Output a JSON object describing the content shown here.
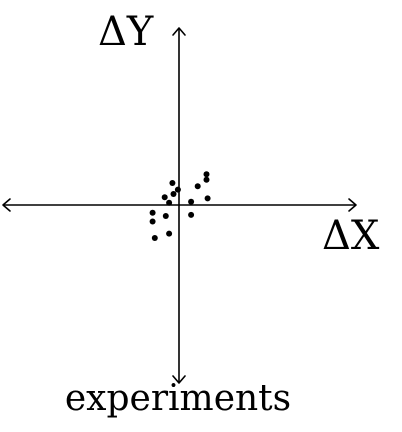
{
  "chart_data": {
    "type": "scatter",
    "xlabel": "ΔX",
    "ylabel": "ΔY",
    "caption": "experiments",
    "title": "",
    "grid": false,
    "ticks": false,
    "xlim": [
      -10,
      10
    ],
    "ylim": [
      -10,
      10
    ],
    "series": [
      {
        "points": [
          {
            "x": -0.6,
            "y": 2.0
          },
          {
            "x": -0.1,
            "y": 1.4
          },
          {
            "x": -0.5,
            "y": 1.0
          },
          {
            "x": -1.3,
            "y": 0.7
          },
          {
            "x": -0.9,
            "y": 0.2
          },
          {
            "x": 1.1,
            "y": 0.3
          },
          {
            "x": 2.6,
            "y": 0.6
          },
          {
            "x": 1.7,
            "y": 1.7
          },
          {
            "x": 2.5,
            "y": 2.3
          },
          {
            "x": 2.5,
            "y": 2.8
          },
          {
            "x": -2.4,
            "y": -0.7
          },
          {
            "x": -2.4,
            "y": -1.5
          },
          {
            "x": -1.2,
            "y": -1.0
          },
          {
            "x": 1.1,
            "y": -0.9
          },
          {
            "x": -0.9,
            "y": -2.6
          },
          {
            "x": -2.2,
            "y": -3.0
          }
        ]
      }
    ]
  }
}
